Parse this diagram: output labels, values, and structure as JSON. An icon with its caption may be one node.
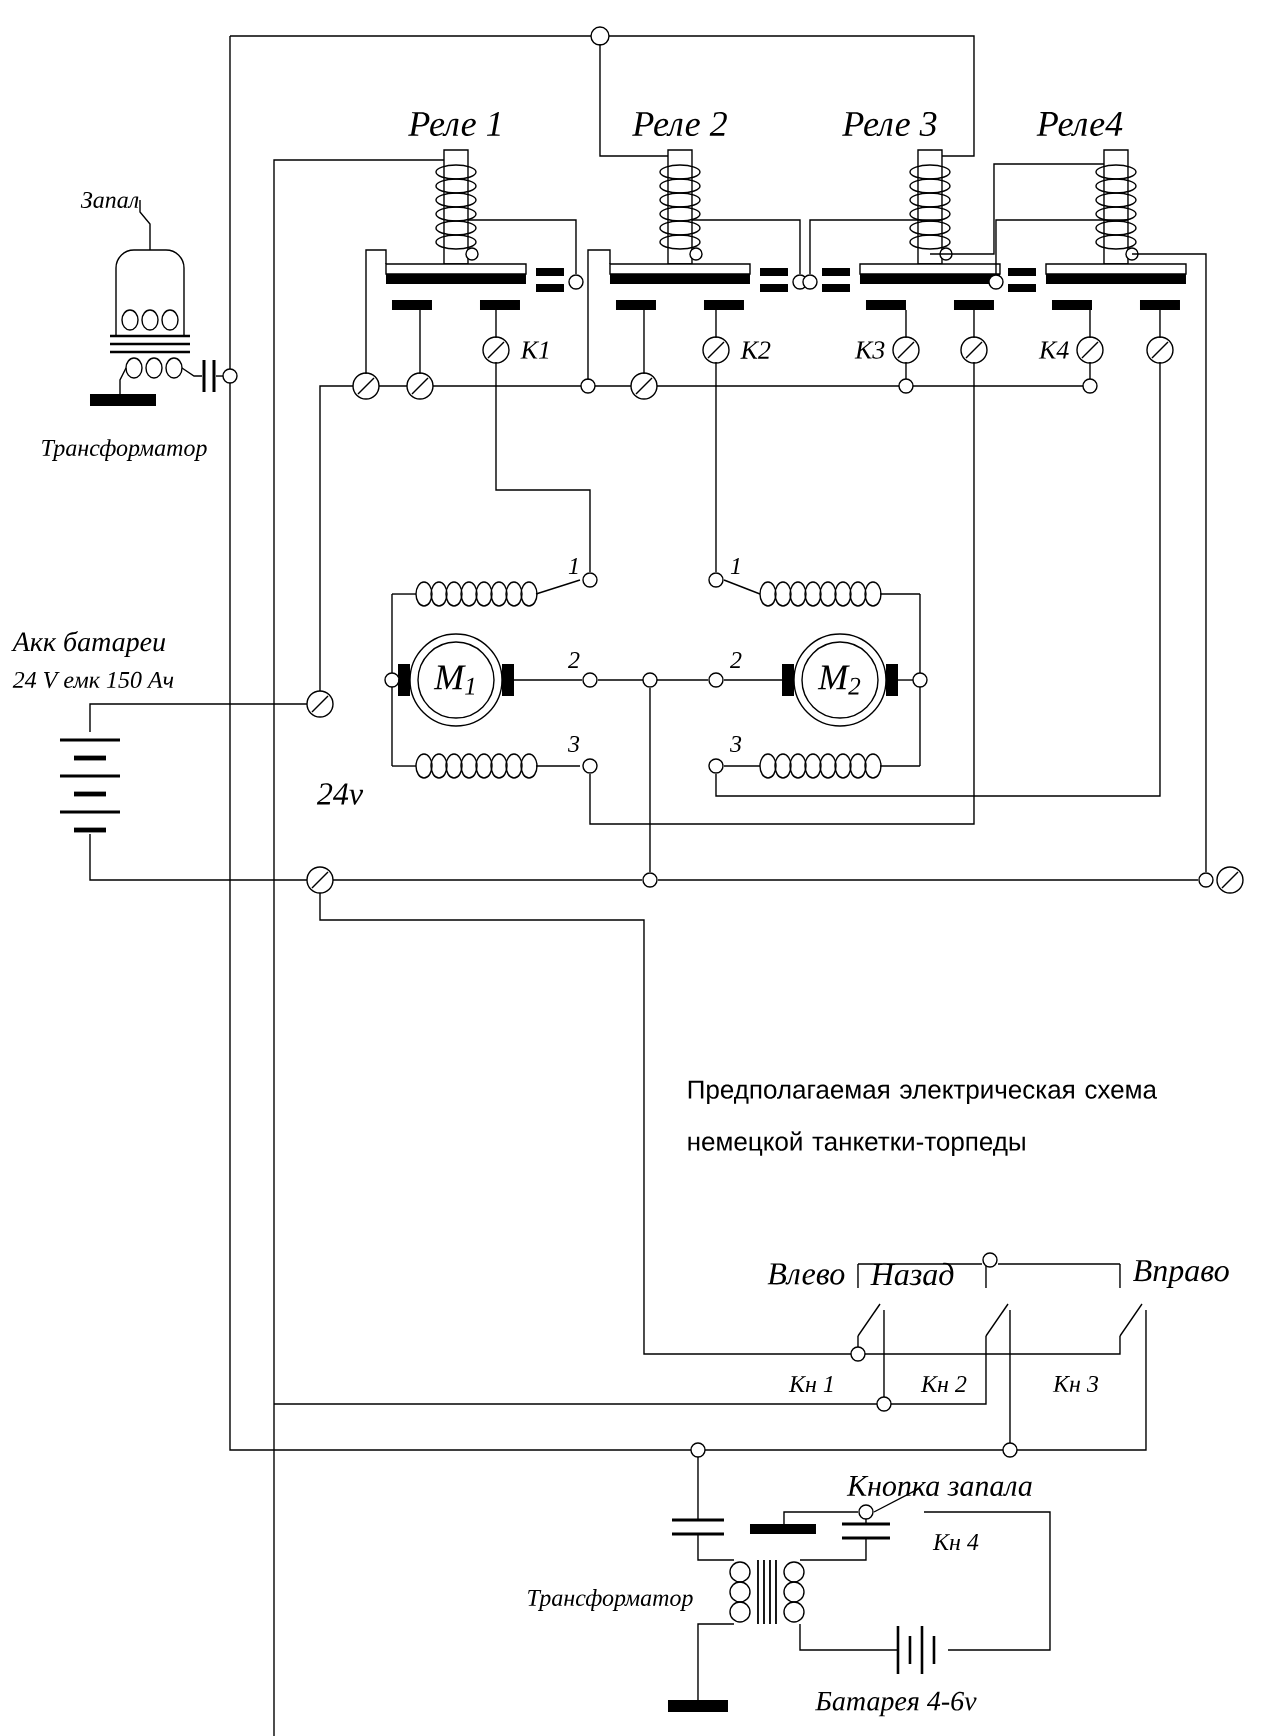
{
  "diagram": {
    "title": "Предполагаемая электрическая схема немецкой танкетки-торпеды",
    "labels": [
      "Реле 1",
      "Реле 2",
      "Реле 3",
      "Реле4",
      "Запал",
      "К1",
      "К2",
      "К3",
      "К4",
      "Трансформатор",
      "1",
      "1",
      "Акк батареи",
      "24 V емк 150 Ач",
      "M$_{1}$",
      "2",
      "2",
      "M$_{2}$",
      "3",
      "3",
      "24v",
      "Влево",
      "Назад",
      "Вправо",
      "Кн 1",
      "Кн 2",
      "Кн 3",
      "Кнопка запала",
      "Кн 4",
      "Трансформатор",
      "Батарея 4-6v"
    ]
  }
}
